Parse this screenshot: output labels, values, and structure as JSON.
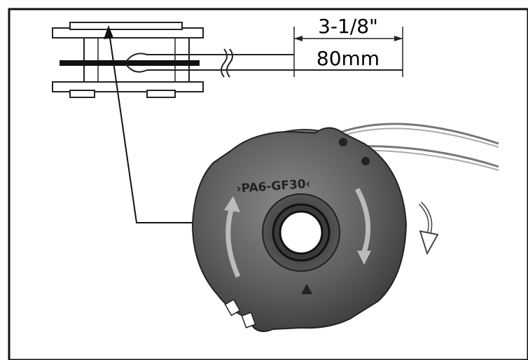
{
  "dimension": {
    "imperial": "3-1/8\"",
    "metric": "80mm"
  },
  "spool": {
    "material_marking": "›PA6-GF30‹"
  }
}
